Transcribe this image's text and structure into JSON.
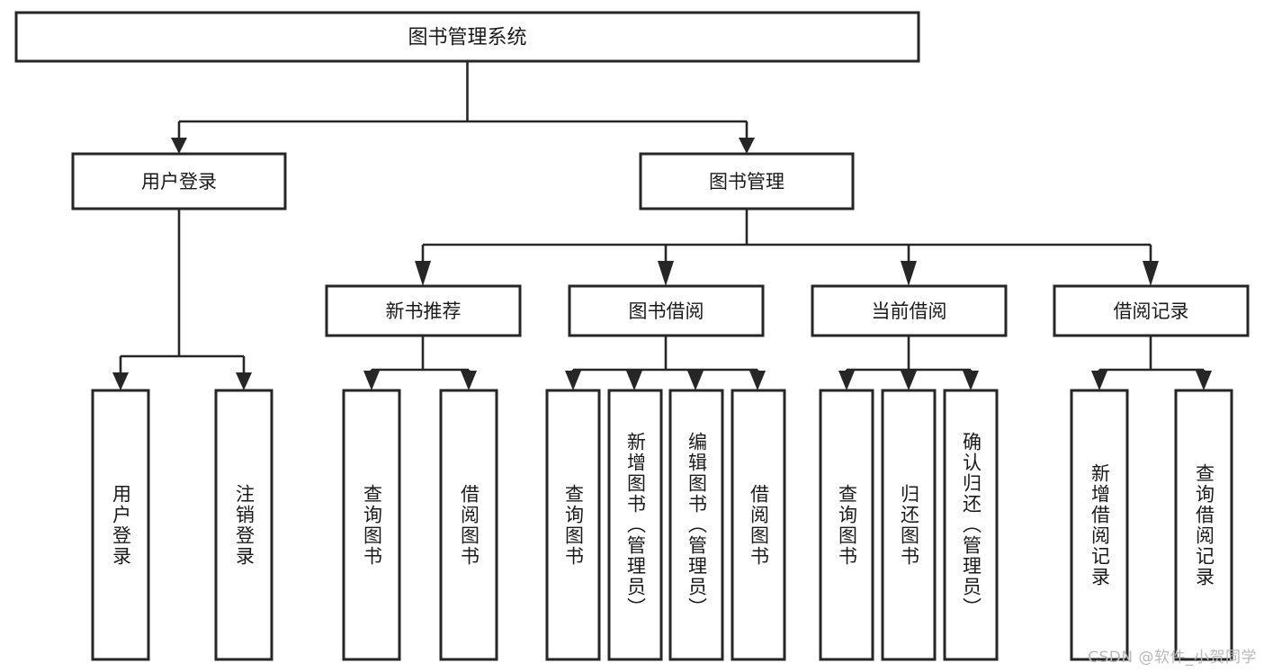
{
  "diagram": {
    "title": "图书管理系统",
    "type": "tree-hierarchy-chart",
    "watermark": "CSDN @软件_小贺同学"
  },
  "root": {
    "label": "图书管理系统"
  },
  "level2": [
    {
      "label": "用户登录"
    },
    {
      "label": "图书管理"
    }
  ],
  "level3": [
    {
      "label": "新书推荐"
    },
    {
      "label": "图书借阅"
    },
    {
      "label": "当前借阅"
    },
    {
      "label": "借阅记录"
    }
  ],
  "leaves": {
    "user_login": [
      {
        "label": "用户登录"
      },
      {
        "label": "注销登录"
      }
    ],
    "new_book": [
      {
        "label": "查询图书"
      },
      {
        "label": "借阅图书"
      }
    ],
    "book_borrow": [
      {
        "label": "查询图书"
      },
      {
        "label": "新增图书（管理员）"
      },
      {
        "label": "编辑图书（管理员）"
      },
      {
        "label": "借阅图书"
      }
    ],
    "current_borrow": [
      {
        "label": "查询图书"
      },
      {
        "label": "归还图书"
      },
      {
        "label": "确认归还（管理员）"
      }
    ],
    "borrow_record": [
      {
        "label": "新增借阅记录"
      },
      {
        "label": "查询借阅记录"
      }
    ]
  },
  "colors": {
    "stroke": "#262626",
    "fill": "#ffffff",
    "text": "#1a1a1a",
    "watermark": "#b9b9b9",
    "background": "#ffffff"
  }
}
